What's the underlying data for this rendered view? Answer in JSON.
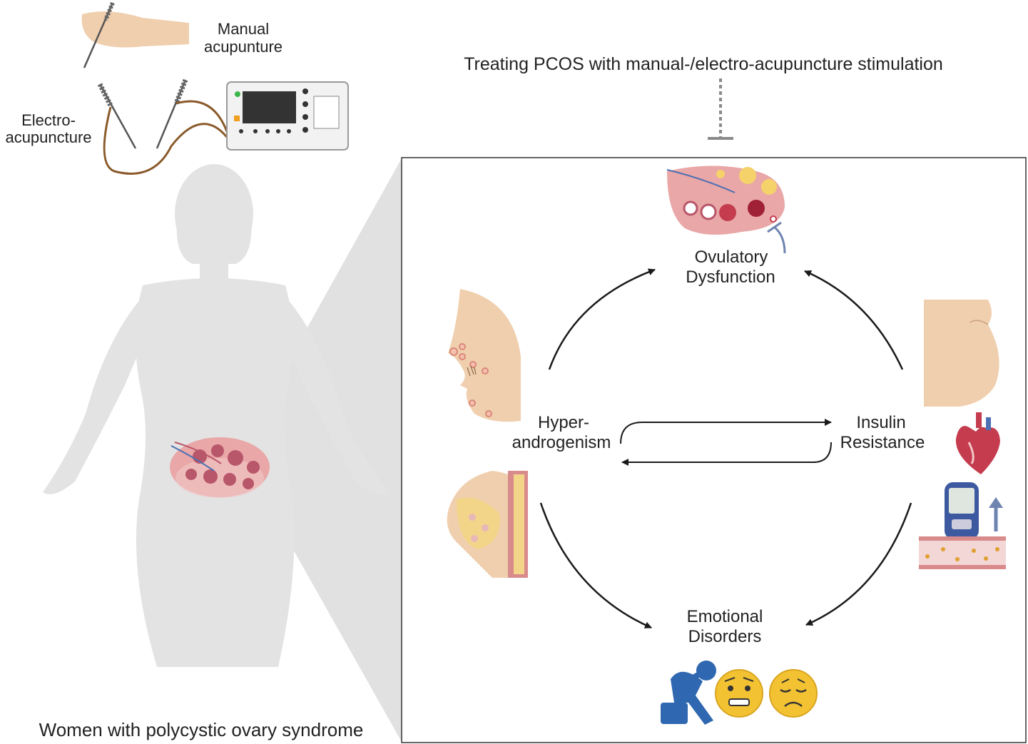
{
  "labels": {
    "manual_acupuncture_1": "Manual",
    "manual_acupuncture_2": "acupunture",
    "electro_acupuncture_1": "Electro-",
    "electro_acupuncture_2": "acupuncture",
    "treatment_title": "Treating PCOS with manual-/electro-acupuncture stimulation",
    "bottom_caption": "Women with polycystic ovary syndrome"
  },
  "nodes": {
    "ovulatory_1": "Ovulatory",
    "ovulatory_2": "Dysfunction",
    "hyper_1": "Hyper-",
    "hyper_2": "androgenism",
    "insulin_1": "Insulin",
    "insulin_2": "Resistance",
    "emotional_1": "Emotional",
    "emotional_2": "Disorders"
  },
  "colors": {
    "line": "#1a1a1a",
    "inhibitor": "#8a8a8a",
    "silhouette": "#e3e3e3",
    "zoom_wedge": "#d0d0d0",
    "skin": "#f0cfae",
    "ovary_pink": "#e9a7a7",
    "ovary_dark": "#b8566a",
    "cable": "#8a5a2b",
    "person_blue": "#2f68b0",
    "emoji_yellow": "#f3c232"
  },
  "icons": [
    "hand-needle-icon",
    "needle-icon",
    "electro-stimulator-icon",
    "woman-silhouette-icon",
    "ovary-icon",
    "face-acne-icon",
    "breast-icon",
    "belly-icon",
    "heart-icon",
    "glucose-meter-icon",
    "blood-vessel-icon",
    "up-arrow-icon",
    "sad-person-icon",
    "worried-emoji-icon",
    "sad-emoji-icon"
  ]
}
